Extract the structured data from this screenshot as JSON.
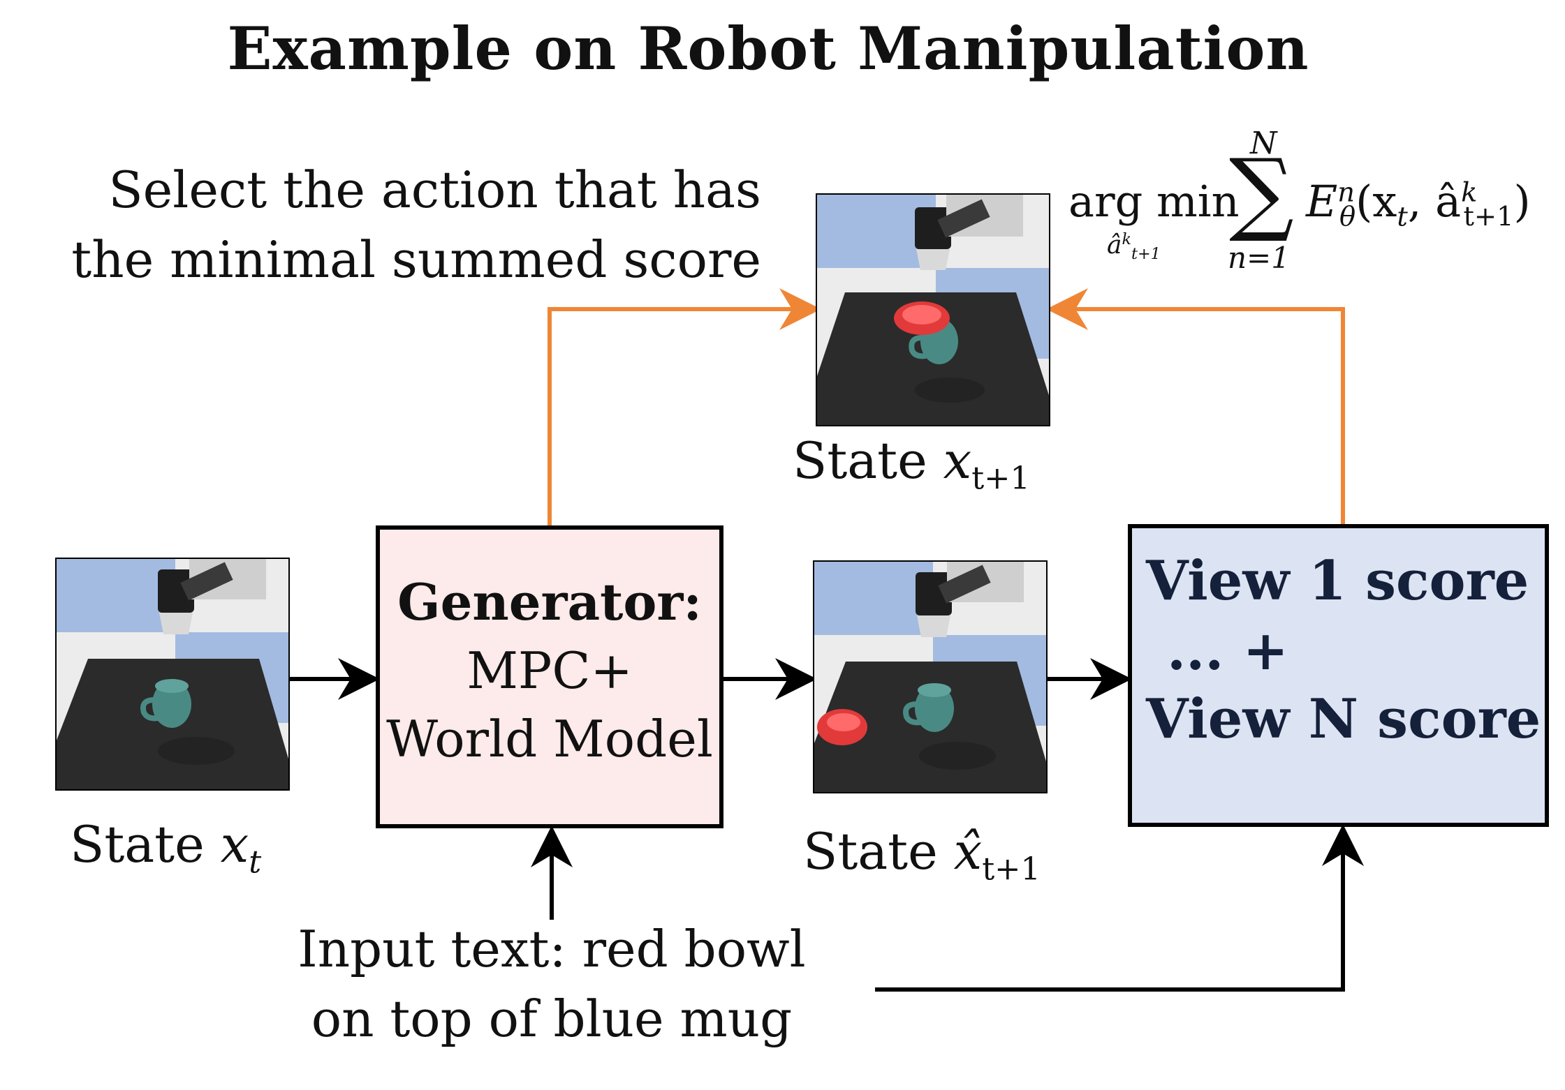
{
  "title": "Example on Robot Manipulation",
  "select_text": {
    "line1": "Select the action that has",
    "line2": "the minimal summed score"
  },
  "formula": {
    "argmin": "arg min",
    "argmin_sub_base": "â",
    "argmin_sub_sup": "k",
    "argmin_sub_sub": "t+1",
    "sum_top": "N",
    "sum_symbol": "∑",
    "sum_bottom": "n=1",
    "energy_base": "E",
    "energy_sup": "n",
    "energy_sub": "θ",
    "args_open": "(x",
    "args_x_sub": "t",
    "args_comma": ", â",
    "args_a_sup": "k",
    "args_a_sub": "t+1",
    "args_close": ")"
  },
  "state_top": {
    "label": "State",
    "var": "x",
    "sub": "t+1"
  },
  "state_left": {
    "label": "State",
    "var": "x",
    "sub": "t"
  },
  "state_mid": {
    "label": "State",
    "var": "x̂",
    "sub": "t+1"
  },
  "generator": {
    "heading": "Generator:",
    "line2": "MPC+",
    "line3": "World Model"
  },
  "scores": {
    "line1": "View 1 score",
    "line2": "... +",
    "line3": "View N score"
  },
  "input_text": {
    "line1": "Input text: red bowl",
    "line2": "on top of blue mug"
  },
  "colors": {
    "orange_arrow": "#ef8636",
    "generator_fill": "#fdeaea",
    "score_fill": "#dce4f3",
    "sky_blue": "#a3bbe0",
    "table": "#2b2b2b",
    "mug": "#4a8a84",
    "bowl": "#e23a3a"
  }
}
